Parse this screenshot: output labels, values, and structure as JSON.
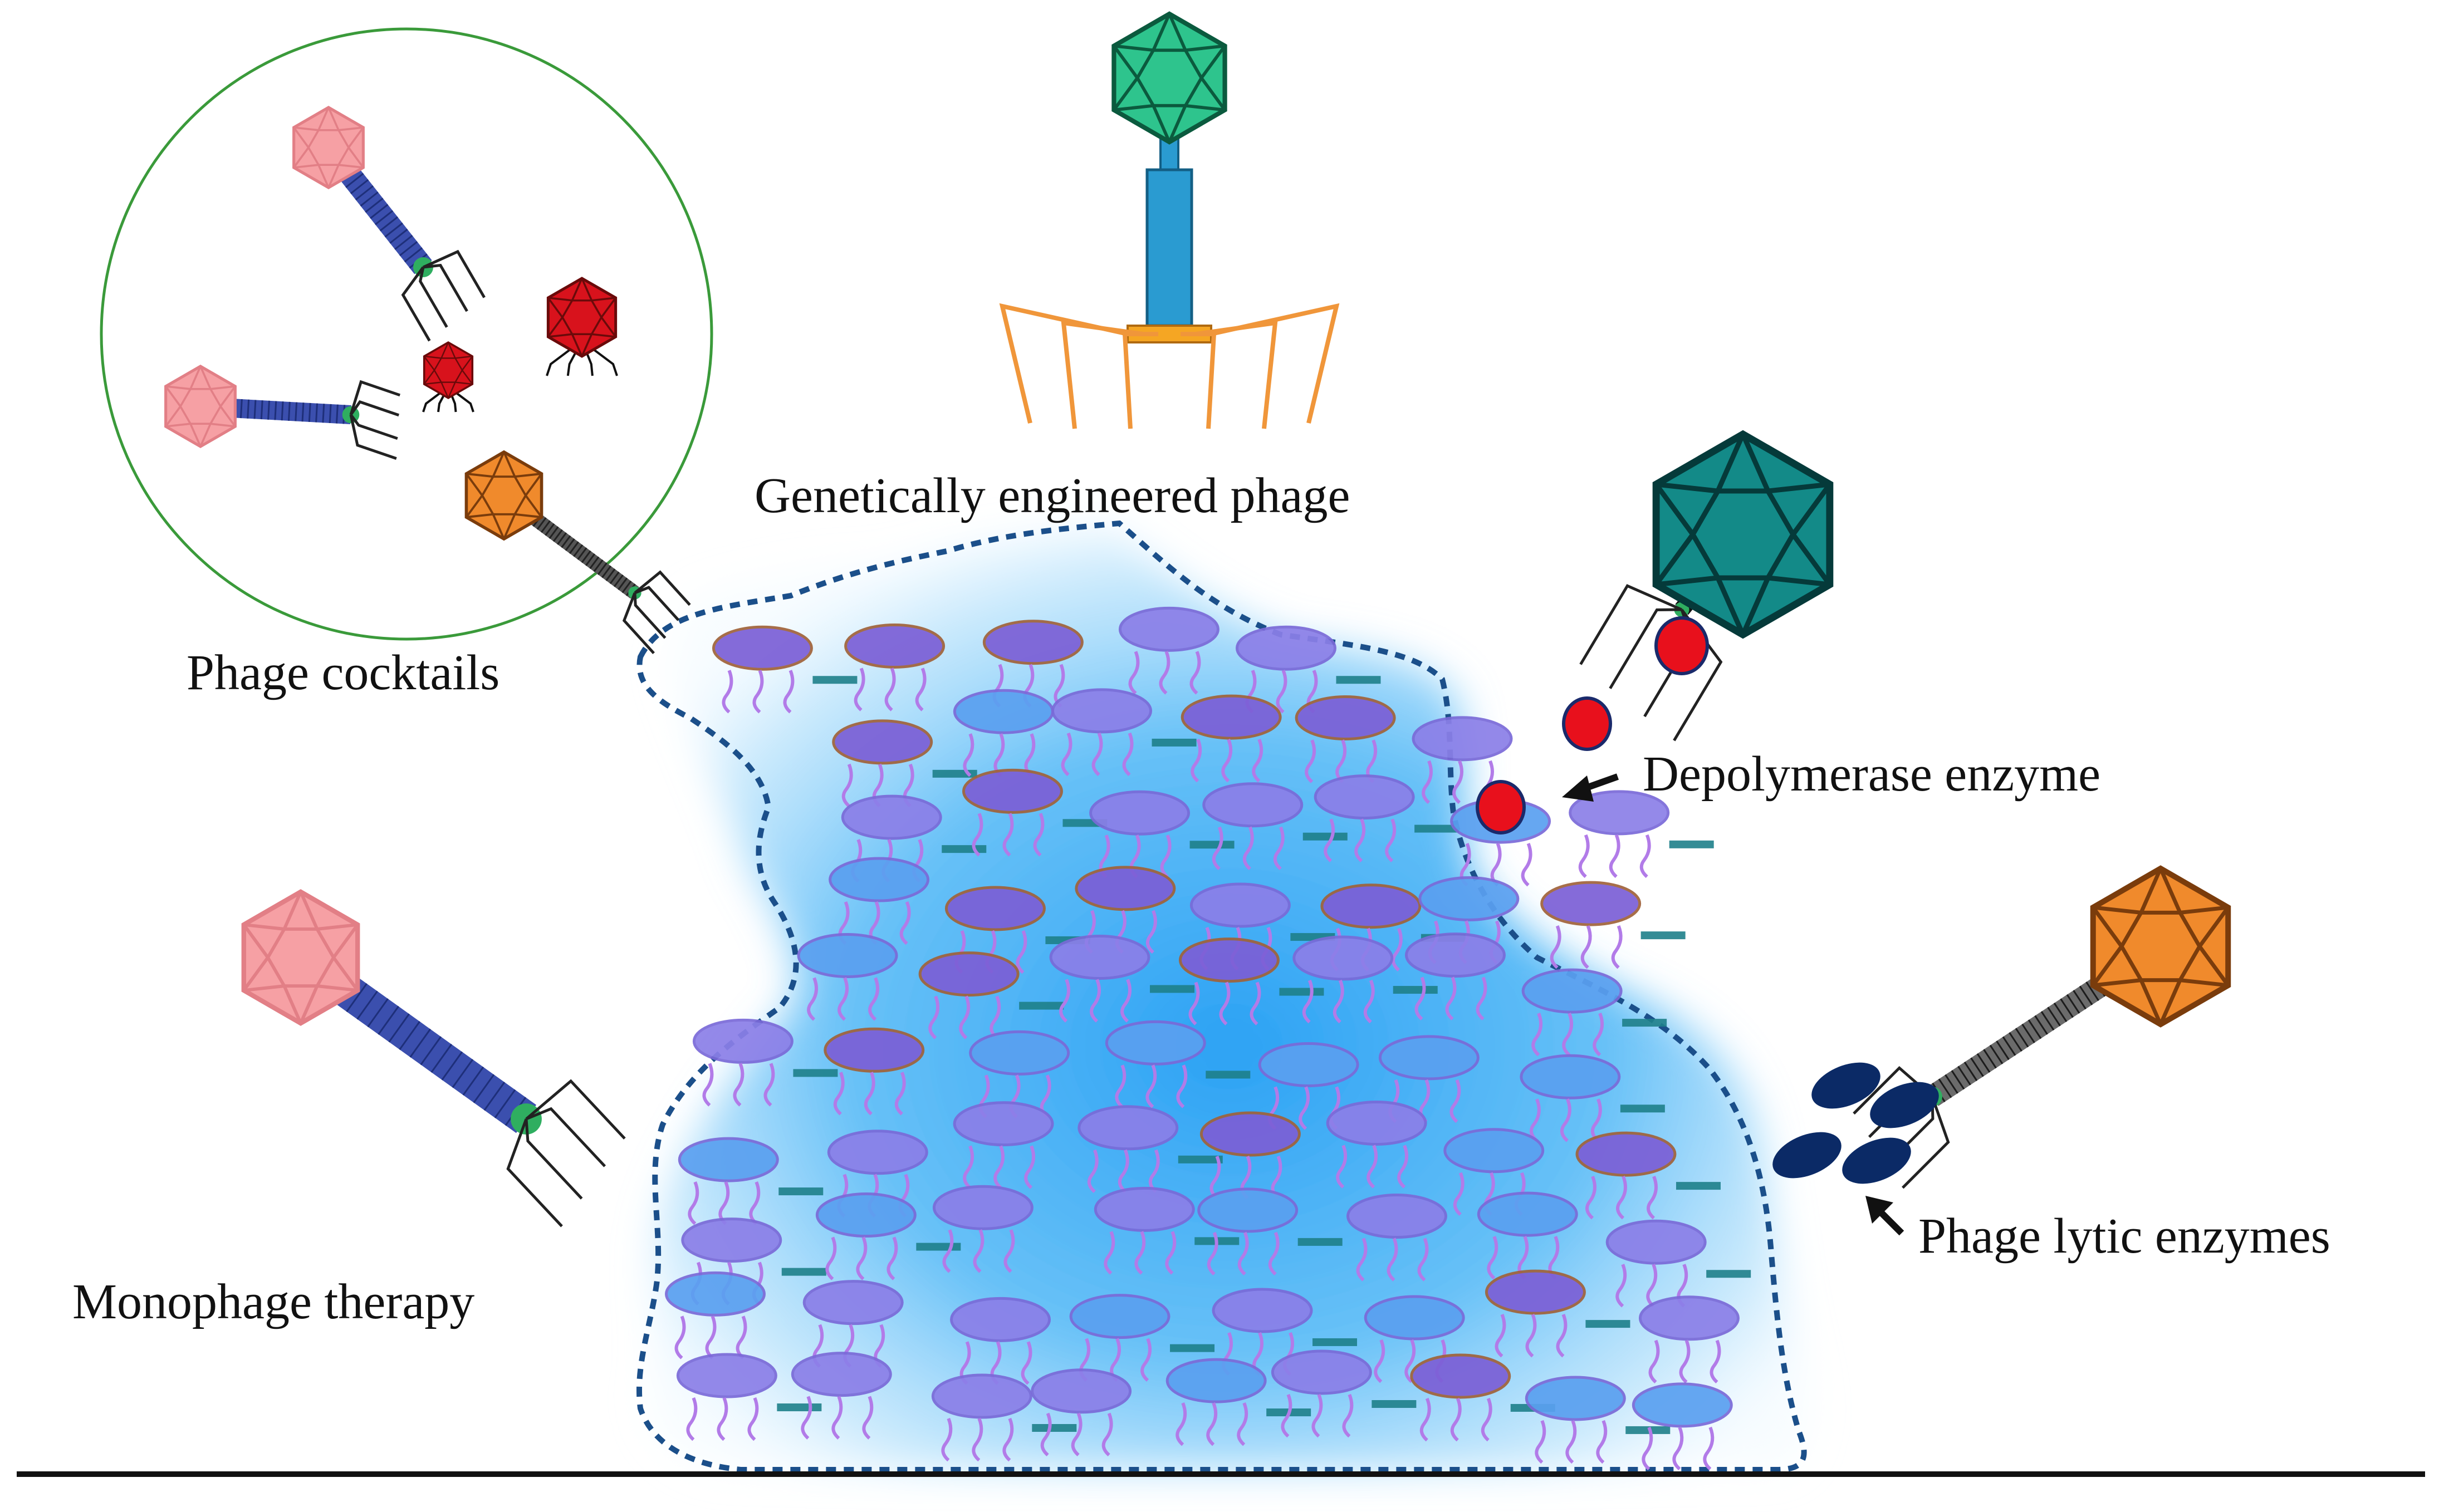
{
  "labels": {
    "genetically_engineered": "Genetically engineered phage",
    "phage_cocktails": "Phage cocktails",
    "depolymerase": "Depolymerase enzyme",
    "monophage": "Monophage therapy",
    "lytic_enzymes": "Phage lytic enzymes"
  },
  "colors": {
    "biofilm": "#2aa7f5",
    "biofilm_outline": "#1b4f8a",
    "bacteria": "#7b5fd6",
    "cocktail_circle": "#3a9a3a",
    "depolymerase": "#e8101c",
    "lytic_enzyme": "#0b2a66",
    "phage_pink": "#f6a0a4",
    "phage_red": "#d8121c",
    "phage_orange": "#f08a2c",
    "phage_green": "#2ec48d",
    "phage_teal": "#138a88",
    "tail_blue": "#3b4fae",
    "tail_cyan": "#2a9bd1",
    "tail_fiber_orange": "#f0963a"
  }
}
